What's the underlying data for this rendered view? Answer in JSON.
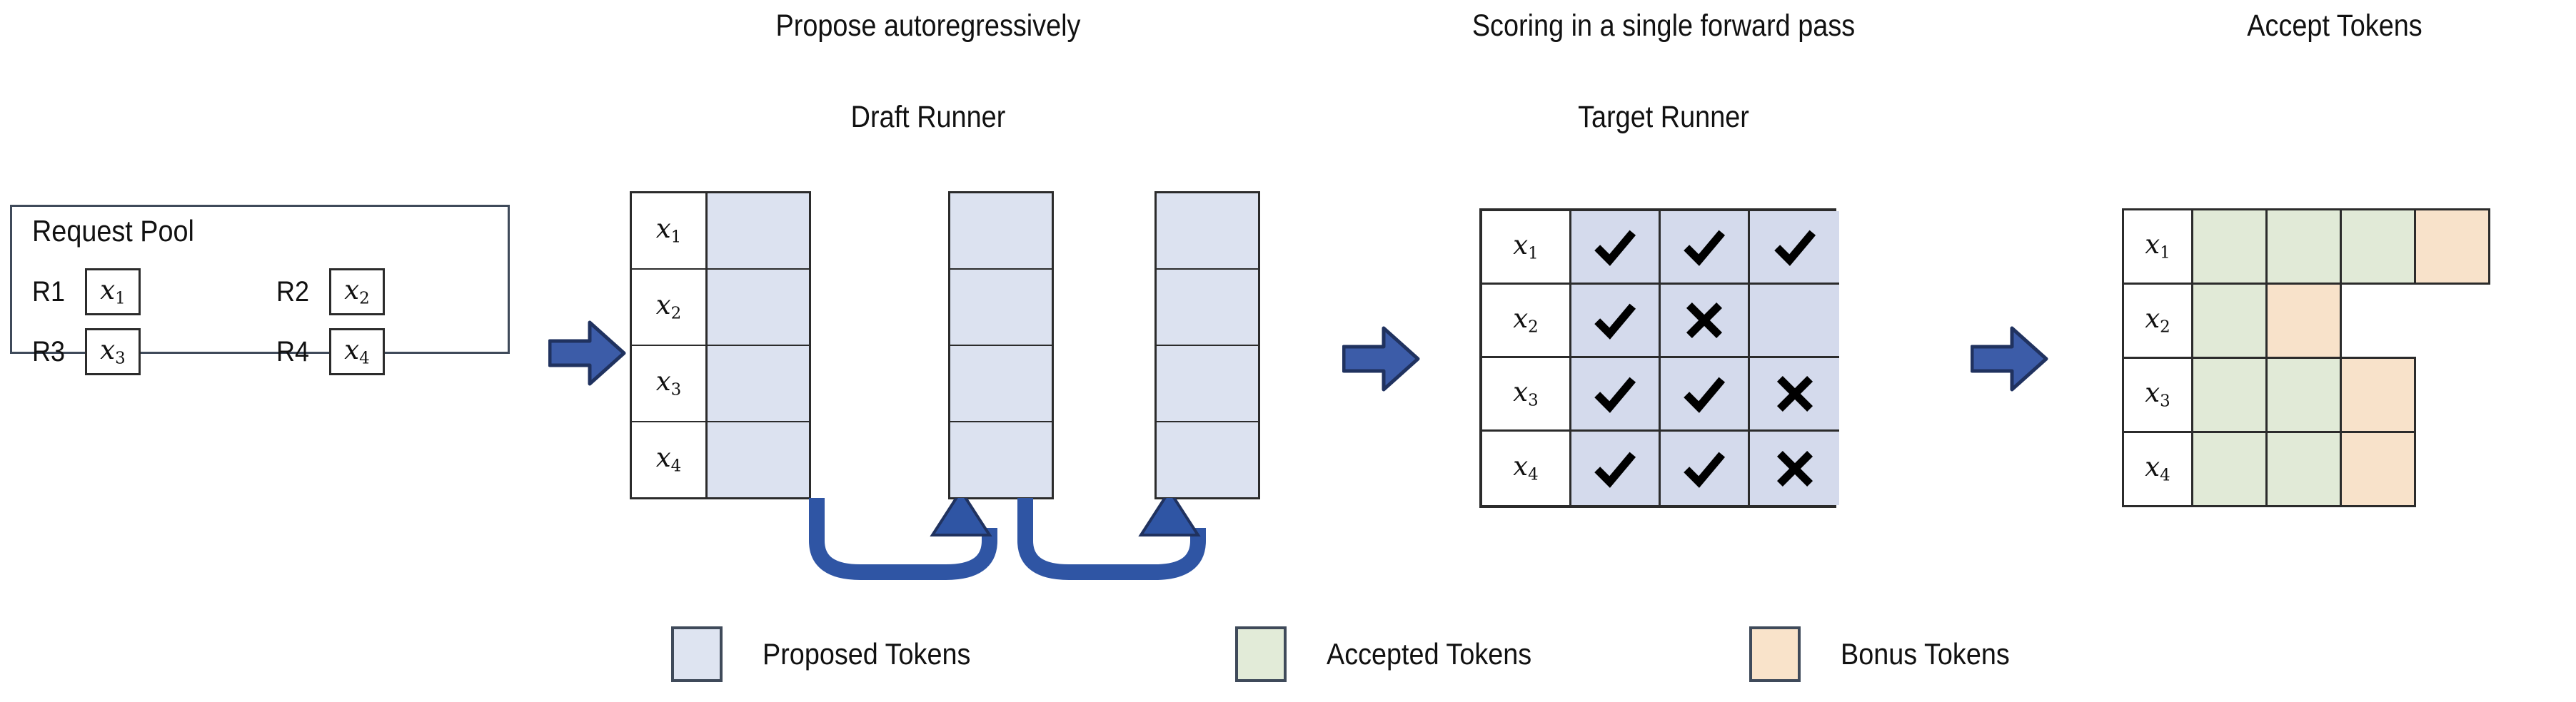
{
  "figure": {
    "type": "diagram",
    "topic": "Speculative decoding pipeline: propose, score, accept"
  },
  "stages": [
    {
      "id": "request-pool",
      "panel_title": "Request Pool",
      "requests": [
        {
          "label": "R1",
          "token": "x",
          "sub": "1"
        },
        {
          "label": "R2",
          "token": "x",
          "sub": "2"
        },
        {
          "label": "R3",
          "token": "x",
          "sub": "3"
        },
        {
          "label": "R4",
          "token": "x",
          "sub": "4"
        }
      ]
    },
    {
      "id": "draft-runner",
      "caption_top": "Propose autoregressively",
      "caption_bottom": "Draft Runner",
      "row_labels": [
        {
          "token": "x",
          "sub": "1"
        },
        {
          "token": "x",
          "sub": "2"
        },
        {
          "token": "x",
          "sub": "3"
        },
        {
          "token": "x",
          "sub": "4"
        }
      ],
      "proposal_steps": 3,
      "rows": 4,
      "loop_arrow_count": 2
    },
    {
      "id": "target-runner",
      "caption_top": "Scoring in a single forward pass",
      "caption_bottom": "Target Runner",
      "row_labels": [
        {
          "token": "x",
          "sub": "1"
        },
        {
          "token": "x",
          "sub": "2"
        },
        {
          "token": "x",
          "sub": "3"
        },
        {
          "token": "x",
          "sub": "4"
        }
      ],
      "scores": [
        [
          "check",
          "check",
          "check"
        ],
        [
          "check",
          "cross",
          "empty"
        ],
        [
          "check",
          "check",
          "cross"
        ],
        [
          "check",
          "check",
          "cross"
        ]
      ]
    },
    {
      "id": "accept-tokens",
      "caption_top": "Accept Tokens",
      "row_labels": [
        {
          "token": "x",
          "sub": "1"
        },
        {
          "token": "x",
          "sub": "2"
        },
        {
          "token": "x",
          "sub": "3"
        },
        {
          "token": "x",
          "sub": "4"
        }
      ],
      "accepted": [
        [
          "accepted",
          "accepted",
          "accepted",
          "bonus"
        ],
        [
          "accepted",
          "bonus"
        ],
        [
          "accepted",
          "accepted",
          "bonus"
        ],
        [
          "accepted",
          "accepted",
          "bonus"
        ]
      ]
    }
  ],
  "flow_arrows": [
    {
      "name": "pool-to-draft"
    },
    {
      "name": "draft-to-target"
    },
    {
      "name": "target-to-accept"
    }
  ],
  "legend": [
    {
      "label": "Proposed Tokens",
      "swatch": "blue",
      "color": "#dee4f1"
    },
    {
      "label": "Accepted Tokens",
      "swatch": "green",
      "color": "#e2ebd8"
    },
    {
      "label": "Bonus Tokens",
      "swatch": "orange",
      "color": "#f9e3ca"
    }
  ],
  "colors": {
    "proposed": "#dce2f0",
    "accepted": "#e1ead7",
    "bonus": "#f8e2ca",
    "arrow_blue": "#3c5ca8",
    "arrow_blue_dark": "#2a4486",
    "outline": "#2b2b2b",
    "background": "#ffffff"
  }
}
